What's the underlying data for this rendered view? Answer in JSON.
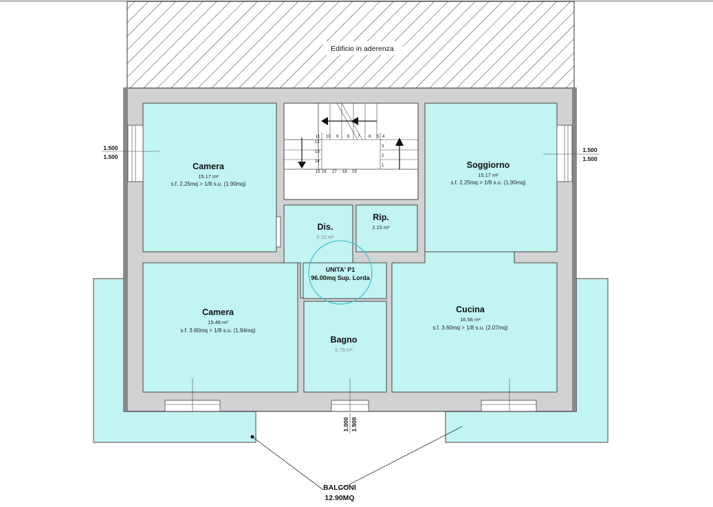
{
  "adjacent_building": {
    "label": "Edificio in aderenza"
  },
  "rooms": {
    "camera_top": {
      "name": "Camera",
      "area": "15.17 m²",
      "sf": "s.f. 2.25mq > 1/8 s.u. (1.90mq)"
    },
    "soggiorno": {
      "name": "Soggiorno",
      "area": "15.17 m²",
      "sf": "s.f. 2.25mq > 1/8 s.u. (1.90mq)"
    },
    "dis": {
      "name": "Dis.",
      "area": "5.10 m²"
    },
    "rip": {
      "name": "Rip.",
      "area": "2.15 m²"
    },
    "camera_bottom": {
      "name": "Camera",
      "area": "15.48 m²",
      "sf": "s.f. 3.60mq > 1/8 s.u. (1.94mq)"
    },
    "cucina": {
      "name": "Cucina",
      "area": "16.56 m²",
      "sf": "s.f. 3.60mq > 1/8 s.u. (2.07mq)"
    },
    "bagno": {
      "name": "Bagno",
      "area": "5.75 m²"
    }
  },
  "unit": {
    "line1": "UNITA' P1",
    "line2": "96.00mq Sup. Lorda"
  },
  "dimensions": {
    "left_window": [
      "1.500",
      "1.500"
    ],
    "right_window": [
      "1.500",
      "1.500"
    ],
    "bath_window": [
      "1.000",
      "1.500"
    ]
  },
  "balconies": {
    "label": "BALCONI",
    "area": "12.90MQ"
  },
  "stairs": {
    "steps_upper": [
      "11",
      "10",
      "9",
      "8",
      "7",
      "6",
      "5",
      "4"
    ],
    "steps_left": [
      "12",
      "13",
      "14"
    ],
    "steps_lower": [
      "15",
      "16",
      "17",
      "18",
      "19"
    ],
    "steps_right": [
      "3",
      "2",
      "1"
    ]
  },
  "colors": {
    "room_fill": "#c2f4f2",
    "wall_fill": "#d2d2d2",
    "balcony_fill": "#c2f4f2",
    "outline": "#444444"
  }
}
